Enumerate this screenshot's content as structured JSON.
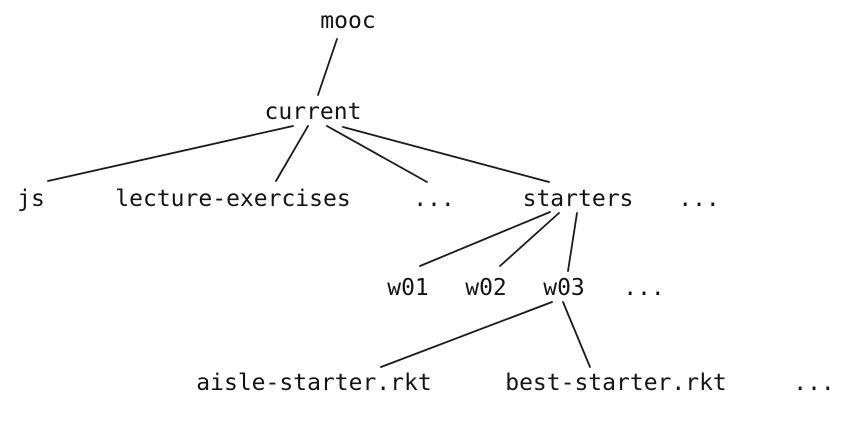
{
  "diagram": {
    "kind": "directory-tree",
    "colors": {
      "background": "#ffffff",
      "text": "#141414",
      "line": "#1a1a1a"
    },
    "nodes": {
      "mooc": {
        "label": "mooc"
      },
      "current": {
        "label": "current"
      },
      "js": {
        "label": "js"
      },
      "lecture_exercises": {
        "label": "lecture-exercises"
      },
      "ellipsis_level2": {
        "label": "..."
      },
      "starters": {
        "label": "starters"
      },
      "ellipsis_level2b": {
        "label": "..."
      },
      "w01": {
        "label": "w01"
      },
      "w02": {
        "label": "w02"
      },
      "w03": {
        "label": "w03"
      },
      "ellipsis_weeks": {
        "label": "..."
      },
      "aisle_starter": {
        "label": "aisle-starter.rkt"
      },
      "best_starter": {
        "label": "best-starter.rkt"
      },
      "ellipsis_files": {
        "label": "..."
      }
    },
    "edges": [
      {
        "from": "mooc",
        "to": "current"
      },
      {
        "from": "current",
        "to": "js"
      },
      {
        "from": "current",
        "to": "lecture-exercises"
      },
      {
        "from": "current",
        "to": "..."
      },
      {
        "from": "current",
        "to": "starters"
      },
      {
        "from": "starters",
        "to": "w01"
      },
      {
        "from": "starters",
        "to": "w02"
      },
      {
        "from": "starters",
        "to": "w03"
      },
      {
        "from": "w03",
        "to": "aisle-starter.rkt"
      },
      {
        "from": "w03",
        "to": "best-starter.rkt"
      }
    ]
  }
}
